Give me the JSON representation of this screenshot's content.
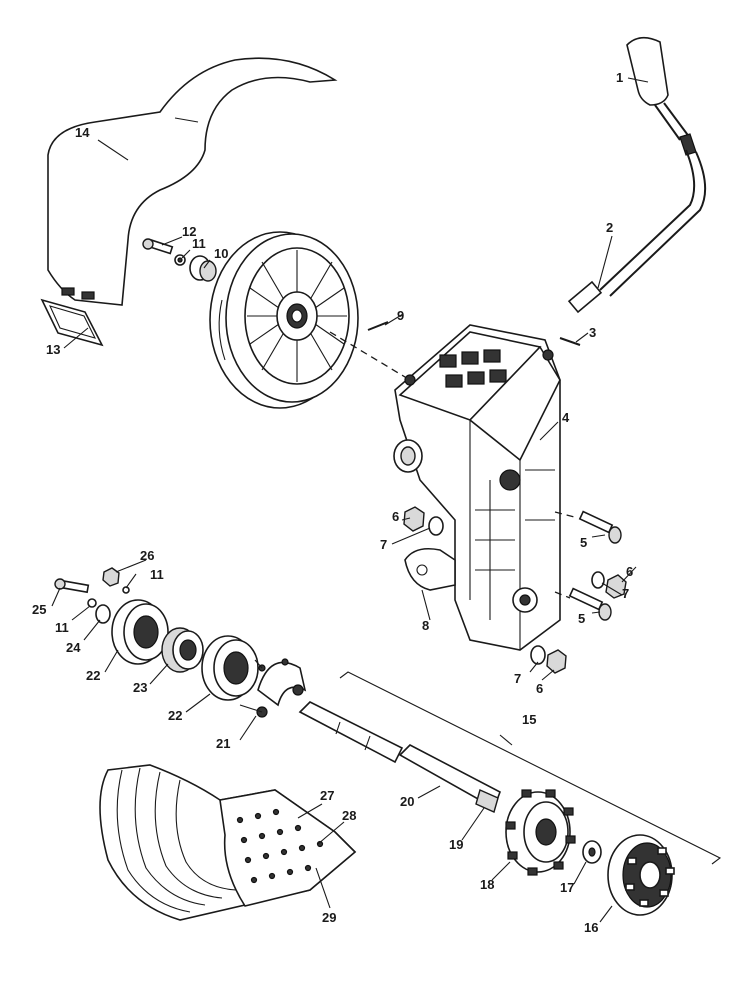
{
  "labels": {
    "1": "1",
    "2": "2",
    "3": "3",
    "4": "4",
    "5a": "5",
    "5b": "5",
    "6a": "6",
    "6b": "6",
    "6c": "6",
    "7a": "7",
    "7b": "7",
    "7c": "7",
    "8": "8",
    "9": "9",
    "10": "10",
    "11a": "11",
    "11b": "11",
    "11c": "11",
    "12": "12",
    "13": "13",
    "14": "14",
    "15": "15",
    "16": "16",
    "17": "17",
    "18": "18",
    "19": "19",
    "20": "20",
    "21": "21",
    "22a": "22",
    "22b": "22",
    "23": "23",
    "24": "24",
    "25": "25",
    "26": "26",
    "27": "27",
    "28": "28",
    "29": "29"
  }
}
